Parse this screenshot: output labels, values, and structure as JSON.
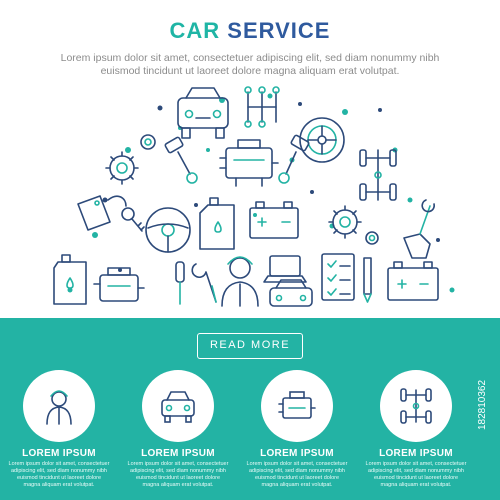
{
  "header": {
    "title_part1": "CAR",
    "title_part2": "SERVICE",
    "subtitle": "Lorem ipsum dolor sit amet, consectetuer adipiscing elit, sed diam nonummy nibh euismod tincidunt ut laoreet dolore magna aliquam erat volutpat."
  },
  "icons": [
    "car-front-icon",
    "gearbox-icon",
    "wheel-icon",
    "gear-icon",
    "piston-icon",
    "engine-icon",
    "chassis-icon",
    "key-tag-icon",
    "steering-wheel-icon",
    "oil-canister-icon",
    "battery-icon",
    "wrench-hand-icon",
    "screwdriver-icon",
    "wrench-icon",
    "mechanic-icon",
    "laptop-icon",
    "car-icon",
    "checklist-icon",
    "pencil-icon"
  ],
  "button": {
    "label": "READ MORE"
  },
  "features": [
    {
      "icon": "mechanic-icon",
      "title": "LOREM IPSUM",
      "desc": "Lorem ipsum dolor sit amet, consectetuer adipiscing elit, sed diam nonummy nibh euismod tincidunt ut laoreet dolore magna aliquam erat volutpat."
    },
    {
      "icon": "car-front-icon",
      "title": "LOREM IPSUM",
      "desc": "Lorem ipsum dolor sit amet, consectetuer adipiscing elit, sed diam nonummy nibh euismod tincidunt ut laoreet dolore magna aliquam erat volutpat."
    },
    {
      "icon": "engine-icon",
      "title": "LOREM IPSUM",
      "desc": "Lorem ipsum dolor sit amet, consectetuer adipiscing elit, sed diam nonummy nibh euismod tincidunt ut laoreet dolore magna aliquam erat volutpat."
    },
    {
      "icon": "chassis-icon",
      "title": "LOREM IPSUM",
      "desc": "Lorem ipsum dolor sit amet, consectetuer adipiscing elit, sed diam nonummy nibh euismod tincidunt ut laoreet dolore magna aliquam erat volutpat."
    }
  ],
  "watermark": "182810362",
  "colors": {
    "accent": "#23b3a4",
    "title_secondary": "#2f5a9e",
    "line": "#2d4a7a",
    "text_gray": "#8c8c8c"
  }
}
